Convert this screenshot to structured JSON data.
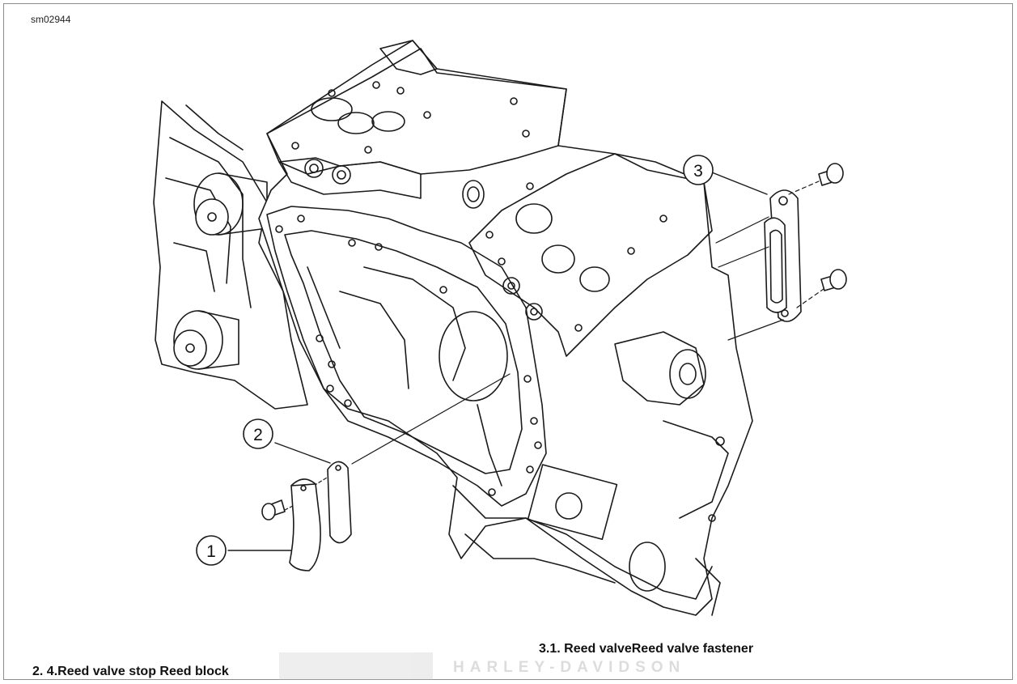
{
  "figure_id": "sm02944",
  "callouts": [
    "1",
    "2",
    "3"
  ],
  "captions": {
    "right": "3.1. Reed valveReed valve fastener",
    "left": "2. 4.Reed valve stop Reed block"
  },
  "watermark": {
    "brand": "HARLEY-DAVIDSON"
  },
  "colors": {
    "line": "#1a1a1a",
    "frame": "#8c8c8c",
    "background": "#ffffff"
  }
}
